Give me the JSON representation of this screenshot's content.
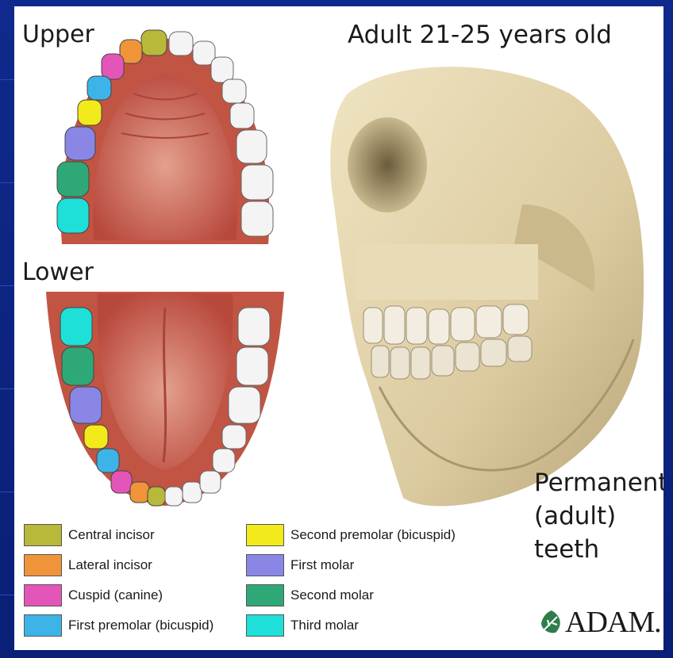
{
  "labels": {
    "upper": "Upper",
    "lower": "Lower",
    "title": "Adult 21-25 years old",
    "permanent": [
      "Permanent",
      "(adult)",
      "teeth"
    ],
    "logo": "ADAM."
  },
  "legend": [
    {
      "label": "Central incisor",
      "color": "#b8b83a"
    },
    {
      "label": "Lateral incisor",
      "color": "#f0943a"
    },
    {
      "label": "Cuspid (canine)",
      "color": "#e455b8"
    },
    {
      "label": "First premolar (bicuspid)",
      "color": "#3cb4e8"
    },
    {
      "label": "Second premolar (bicuspid)",
      "color": "#f2ea1a"
    },
    {
      "label": "First molar",
      "color": "#8a86e6"
    },
    {
      "label": "Second molar",
      "color": "#2fa878"
    },
    {
      "label": "Third molar",
      "color": "#1ee0d8"
    }
  ],
  "colors": {
    "background": "#0f2a8c",
    "gum": "#c85a4a",
    "palate": "#d9897a",
    "bone": "#e3d6b0"
  }
}
